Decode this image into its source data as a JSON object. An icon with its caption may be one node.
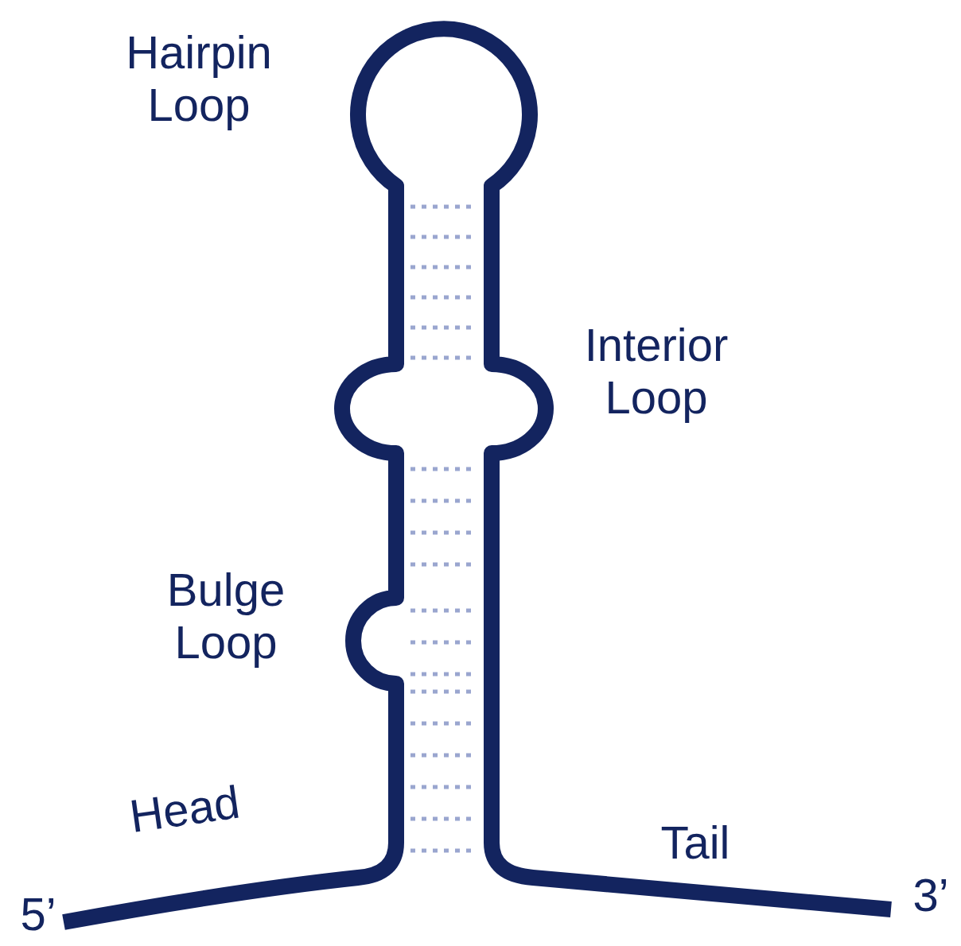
{
  "diagram": {
    "labels": [
      "Hairpin Loop",
      "Interior Loop",
      "Bulge Loop",
      "Head",
      "Tail",
      "5’",
      "3’"
    ]
  }
}
